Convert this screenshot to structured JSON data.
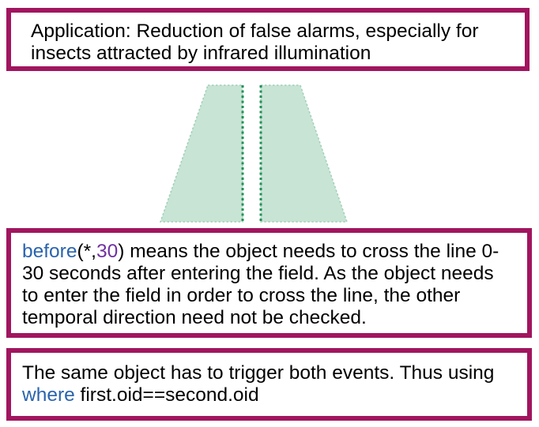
{
  "colors": {
    "box-border": "#A1155F",
    "text-black": "#000000",
    "keyword-blue": "#2A64AD",
    "number-purple": "#7030A0",
    "shape-fill": "#C8E4D4",
    "shape-edge": "#9FCFB8",
    "shape-inner-line": "#1F9157"
  },
  "box1": {
    "lines": [
      "Application: Reduction of false alarms, especially for",
      "insects attracted by infrared illumination"
    ]
  },
  "box2": {
    "line1": {
      "keyword": "before",
      "args_open": "(*,",
      "number": "30",
      "rest": ") means the object needs to cross the line 0-"
    },
    "line2": "30 seconds after entering the field. As the object needs",
    "line3": "to enter the field in order to cross the line, the other",
    "line4": "temporal direction need not be checked."
  },
  "box3": {
    "line1": "The same object has to trigger both events. Thus using",
    "line2": {
      "keyword": "where",
      "rest": " first.oid==second.oid"
    }
  }
}
